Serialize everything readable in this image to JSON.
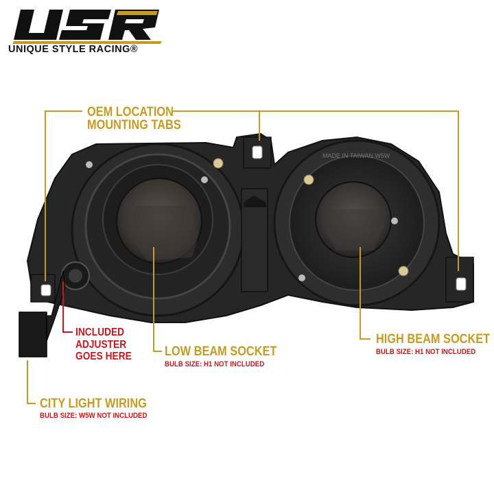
{
  "brand": {
    "logo_text": "USR",
    "name": "UNIQUE STYLE RACING®"
  },
  "callouts": {
    "oem_tabs": {
      "line1": "OEM LOCATION",
      "line2": "MOUNTING TABS"
    },
    "adjuster": {
      "line1": "INCLUDED",
      "line2": "ADJUSTER",
      "line3": "GOES HERE"
    },
    "low_beam": {
      "title": "LOW BEAM SOCKET",
      "subtitle": "BULB SIZE: H1 NOT INCLUDED"
    },
    "high_beam": {
      "title": "HIGH BEAM SOCKET",
      "subtitle": "BULB SIZE: H1 NOT INCLUDED"
    },
    "city_light": {
      "title": "CITY LIGHT WIRING",
      "subtitle": "BULB SIZE: W5W NOT INCLUDED"
    }
  },
  "housing_text": "MADE IN TAIWAN W5W",
  "colors": {
    "gold": "#c79a22",
    "red": "#c8161d",
    "housing": "#2a2a2a"
  }
}
